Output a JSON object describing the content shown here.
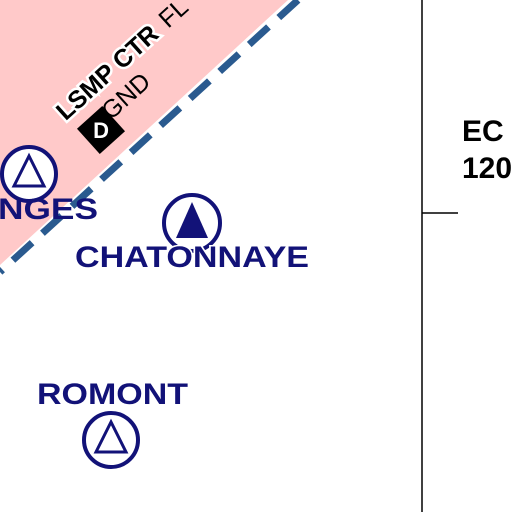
{
  "colors": {
    "airspace_fill": "#ffc9c9",
    "airspace_boundary": "#2a5a8f",
    "waypoint": "#121278",
    "line": "#000000",
    "background": "#ffffff"
  },
  "airspace": {
    "name": "LSMP CTR",
    "lower_limit": "GND",
    "upper_limit": "FL",
    "class": "D"
  },
  "waypoints": [
    {
      "name": "NGES",
      "symbol": "triangle-outline-icon"
    },
    {
      "name": "CHATONNAYE",
      "symbol": "triangle-filled-icon"
    },
    {
      "name": "ROMONT",
      "symbol": "triangle-outline-icon"
    }
  ],
  "right_panel": {
    "line1": "EC",
    "line2": "120"
  }
}
